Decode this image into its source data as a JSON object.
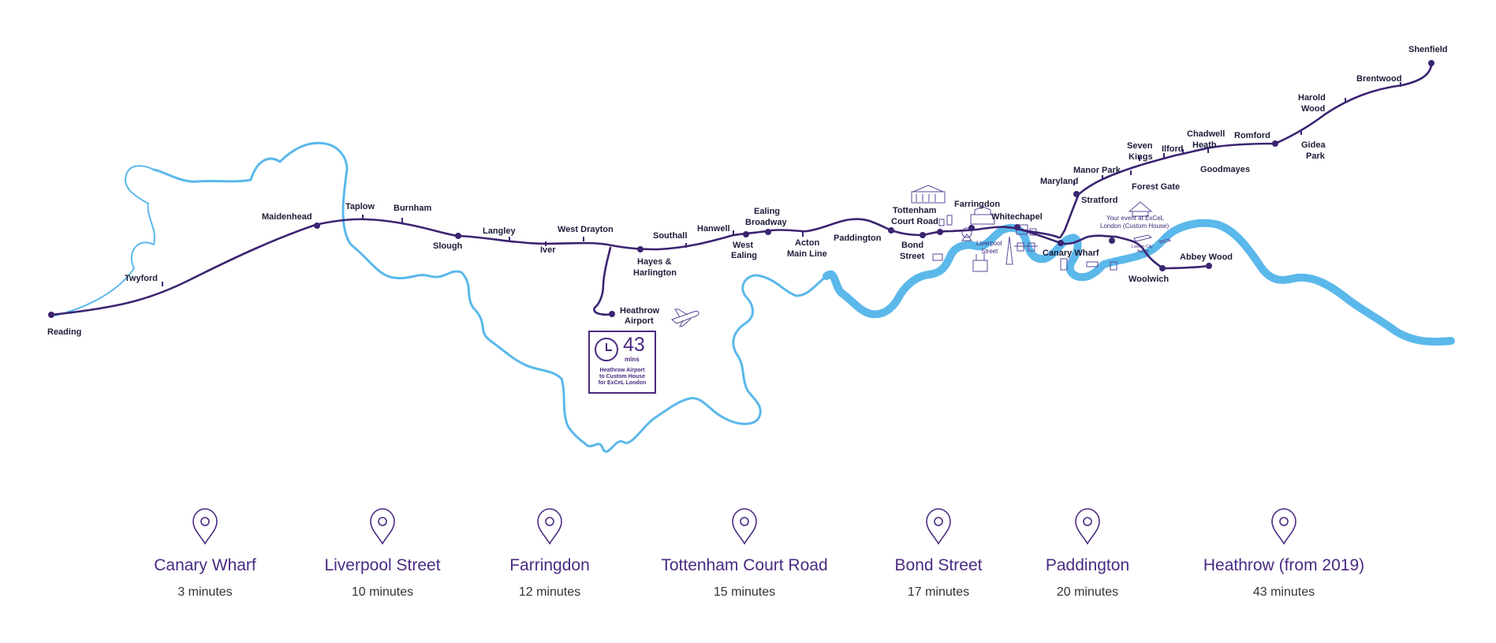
{
  "stations": [
    {
      "id": "reading",
      "label": [
        "Reading"
      ]
    },
    {
      "id": "twyford",
      "label": [
        "Twyford"
      ]
    },
    {
      "id": "maidenhead",
      "label": [
        "Maidenhead"
      ]
    },
    {
      "id": "taplow",
      "label": [
        "Taplow"
      ]
    },
    {
      "id": "burnham",
      "label": [
        "Burnham"
      ]
    },
    {
      "id": "slough",
      "label": [
        "Slough"
      ]
    },
    {
      "id": "langley",
      "label": [
        "Langley"
      ]
    },
    {
      "id": "iver",
      "label": [
        "Iver"
      ]
    },
    {
      "id": "west-drayton",
      "label": [
        "West Drayton"
      ]
    },
    {
      "id": "hayes",
      "label": [
        "Hayes &",
        "Harlington"
      ]
    },
    {
      "id": "heathrow-airport",
      "label": [
        "Heathrow",
        "Airport"
      ]
    },
    {
      "id": "southall",
      "label": [
        "Southall"
      ]
    },
    {
      "id": "hanwell",
      "label": [
        "Hanwell"
      ]
    },
    {
      "id": "west-ealing",
      "label": [
        "West",
        "Ealing"
      ]
    },
    {
      "id": "ealing-broadway",
      "label": [
        "Ealing",
        "Broadway"
      ]
    },
    {
      "id": "acton-main-line",
      "label": [
        "Acton",
        "Main Line"
      ]
    },
    {
      "id": "paddington",
      "label": [
        "Paddington"
      ]
    },
    {
      "id": "bond-street",
      "label": [
        "Bond",
        "Street"
      ]
    },
    {
      "id": "tottenham-court-road",
      "label": [
        "Tottenham",
        "Court Road"
      ]
    },
    {
      "id": "farringdon",
      "label": [
        "Farringdon"
      ]
    },
    {
      "id": "whitechapel",
      "label": [
        "Whitechapel"
      ]
    },
    {
      "id": "canary-wharf",
      "label": [
        "Canary Wharf"
      ]
    },
    {
      "id": "maryland",
      "label": [
        "Maryland"
      ]
    },
    {
      "id": "stratford",
      "label": [
        "Stratford"
      ]
    },
    {
      "id": "manor-park",
      "label": [
        "Manor Park"
      ]
    },
    {
      "id": "forest-gate",
      "label": [
        "Forest Gate"
      ]
    },
    {
      "id": "seven-kings",
      "label": [
        "Seven",
        "Kings"
      ]
    },
    {
      "id": "ilford",
      "label": [
        "Ilford"
      ]
    },
    {
      "id": "chadwell-heath",
      "label": [
        "Chadwell",
        "Heath"
      ]
    },
    {
      "id": "goodmayes",
      "label": [
        "Goodmayes"
      ]
    },
    {
      "id": "romford",
      "label": [
        "Romford"
      ]
    },
    {
      "id": "gidea-park",
      "label": [
        "Gidea",
        "Park"
      ]
    },
    {
      "id": "harold-wood",
      "label": [
        "Harold",
        "Wood"
      ]
    },
    {
      "id": "brentwood",
      "label": [
        "Brentwood"
      ]
    },
    {
      "id": "shenfield",
      "label": [
        "Shenfield"
      ]
    },
    {
      "id": "woolwich",
      "label": [
        "Woolwich"
      ]
    },
    {
      "id": "abbey-wood",
      "label": [
        "Abbey Wood"
      ]
    }
  ],
  "map_notes": {
    "liverpool_street": [
      "Liverpool",
      "Street"
    ],
    "excel": [
      "Your event at ExCeL",
      "London (Custom House)"
    ],
    "city_airport": [
      "London City",
      "Airport"
    ]
  },
  "time_box": {
    "minutes": "43",
    "unit": "mins",
    "caption": [
      "Heathrow Airport",
      "to Custom House",
      "for ExCeL London"
    ]
  },
  "destinations": [
    {
      "name": "Canary Wharf",
      "time": "3 minutes"
    },
    {
      "name": "Liverpool Street",
      "time": "10 minutes"
    },
    {
      "name": "Farringdon",
      "time": "12 minutes"
    },
    {
      "name": "Tottenham Court Road",
      "time": "15 minutes"
    },
    {
      "name": "Bond Street",
      "time": "17 minutes"
    },
    {
      "name": "Paddington",
      "time": "20 minutes"
    },
    {
      "name": "Heathrow (from 2019)",
      "time": "43 minutes"
    }
  ],
  "colors": {
    "line": "#3b2471",
    "river": "#5bb8ea",
    "accent": "#4a2a82"
  },
  "icons": [
    "plane-icon",
    "clock-icon",
    "map-pin-icon",
    "landmark-icon"
  ]
}
